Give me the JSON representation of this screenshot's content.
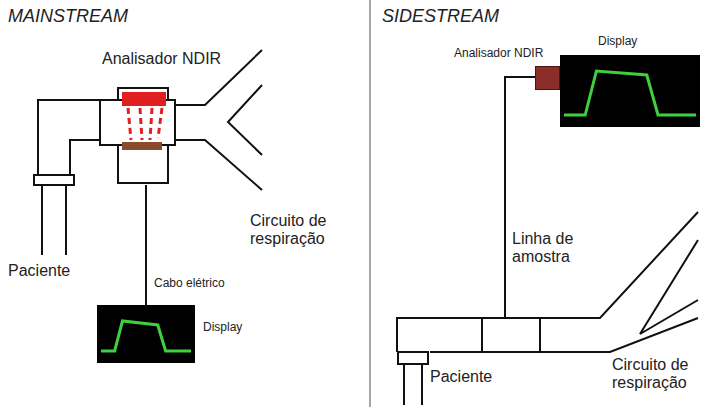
{
  "diagram": {
    "nodes": [
      {
        "text": [
          "Analisador NDIR"
        ]
      },
      {
        "text": [
          "Display"
        ]
      },
      {
        "text": [
          "Display"
        ]
      },
      {
        "text": [
          "Analisador NDIR"
        ]
      }
    ],
    "edges": [
      {
        "from": 0,
        "to": 1,
        "arrow": "none",
        "label": "Cabo elétrico"
      }
    ],
    "labels": [
      "MAINSTREAM",
      "Paciente",
      "Circuito de respiração",
      "SIDESTREAM",
      "Linha de amostra",
      "Paciente",
      "Circuito de respiração"
    ]
  }
}
